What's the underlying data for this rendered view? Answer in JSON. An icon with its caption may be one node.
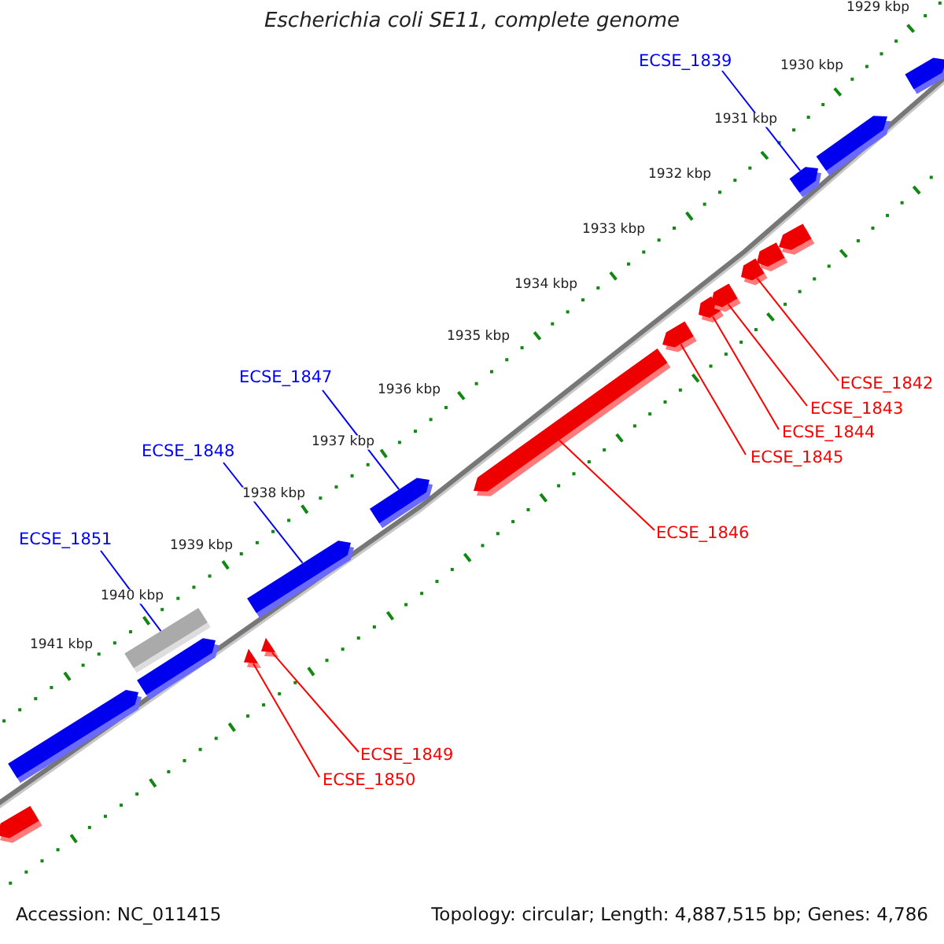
{
  "diagram": {
    "title": "Escherichia coli SE11, complete genome",
    "nodes": [
      {
        "text": [
          "ECSE_1839"
        ]
      },
      {
        "text": [
          "ECSE_1847"
        ]
      },
      {
        "text": [
          "ECSE_1842"
        ]
      },
      {
        "text": [
          "ECSE_1843"
        ]
      },
      {
        "text": [
          "ECSE_1844"
        ]
      },
      {
        "text": [
          "ECSE_1848"
        ]
      },
      {
        "text": [
          "ECSE_1845"
        ]
      },
      {
        "text": [
          "ECSE_1846"
        ]
      },
      {
        "text": [
          "ECSE_1851"
        ]
      },
      {
        "text": [
          "ECSE_1849"
        ]
      },
      {
        "text": [
          "ECSE_1850"
        ]
      },
      {
        "text": [],
        "shape": "arrow"
      },
      {
        "text": [],
        "shape": "arrow"
      },
      {
        "text": [],
        "shape": "bar"
      },
      {
        "text": [],
        "shape": "arrow"
      },
      {
        "text": [],
        "shape": "triangle"
      },
      {
        "text": [],
        "shape": "arrow"
      },
      {
        "text": [],
        "shape": "triangle"
      },
      {
        "text": [],
        "shape": "arrow"
      },
      {
        "text": [],
        "shape": "arrow"
      },
      {
        "text": [],
        "shape": "arrow"
      },
      {
        "text": [],
        "shape": "arrow"
      },
      {
        "text": [],
        "shape": "arrow"
      },
      {
        "text": [],
        "shape": "arrow"
      },
      {
        "text": [],
        "shape": "arrow"
      },
      {
        "text": [],
        "shape": "arrow"
      },
      {
        "text": [],
        "shape": "arrow"
      },
      {
        "text": [],
        "shape": "arrow"
      },
      {
        "text": [],
        "shape": "arrow"
      }
    ],
    "edges": [
      {
        "from": 0,
        "to": 26,
        "arrow": "none",
        "color": "#0000ff"
      },
      {
        "from": 1,
        "to": 18,
        "arrow": "none",
        "color": "#0000ff"
      },
      {
        "from": 2,
        "to": 23,
        "arrow": "none"
      },
      {
        "from": 3,
        "to": 22,
        "arrow": "none"
      },
      {
        "from": 4,
        "to": 21,
        "arrow": "none"
      },
      {
        "from": 5,
        "to": 16,
        "arrow": "none",
        "color": "#0000ff"
      },
      {
        "from": 6,
        "to": 20,
        "arrow": "none"
      },
      {
        "from": 7,
        "to": 19,
        "arrow": "none"
      },
      {
        "from": 8,
        "to": 13,
        "arrow": "none",
        "color": "#0000ff"
      },
      {
        "from": 9,
        "to": 17,
        "arrow": "none"
      },
      {
        "from": 10,
        "to": 15,
        "arrow": "none"
      }
    ],
    "labels": [
      "1929 kbp",
      "1930 kbp",
      "1931 kbp",
      "1932 kbp",
      "1933 kbp",
      "1934 kbp",
      "1935 kbp",
      "1936 kbp",
      "1937 kbp",
      "1938 kbp",
      "1939 kbp",
      "1940 kbp",
      "1941 kbp",
      "Accession: NC_011415",
      "Topology: circular; Length: 4,887,515 bp; Genes: 4,786"
    ]
  }
}
